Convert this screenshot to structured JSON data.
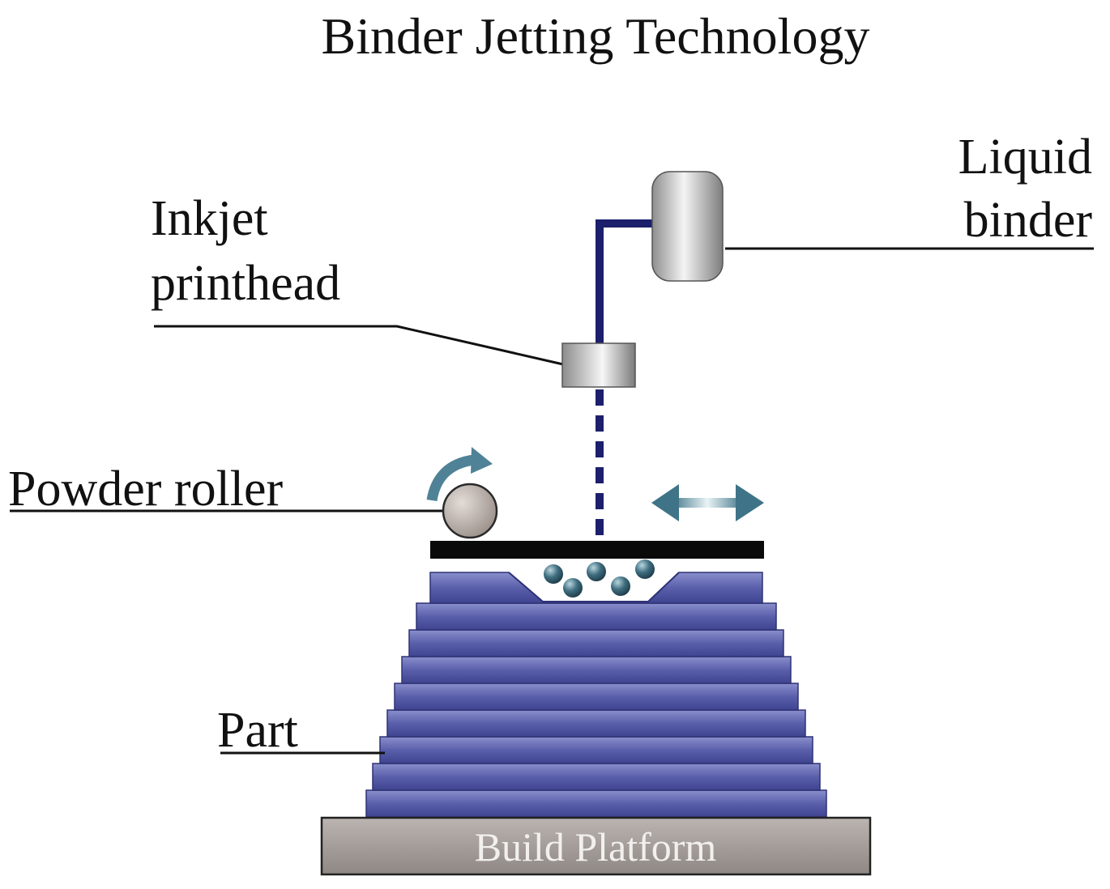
{
  "title": "Binder Jetting Technology",
  "labels": {
    "liquid_binder_line1": "Liquid",
    "liquid_binder_line2": "binder",
    "printhead_line1": "Inkjet",
    "printhead_line2": "printhead",
    "powder_roller": "Powder roller",
    "part": "Part",
    "build_platform": "Build Platform"
  },
  "colors": {
    "part_layer": "#5257a3",
    "part_layer_light": "#7a7fc0",
    "feed_line": "#1c1f6b",
    "reservoir": "#b9b9b9",
    "roller": "#bdb3ad",
    "recoater_blade": "#0a0a0a",
    "platform": "#a8a19d",
    "particles": "#2f5a6b",
    "motion_arrow": "#4f8296"
  }
}
